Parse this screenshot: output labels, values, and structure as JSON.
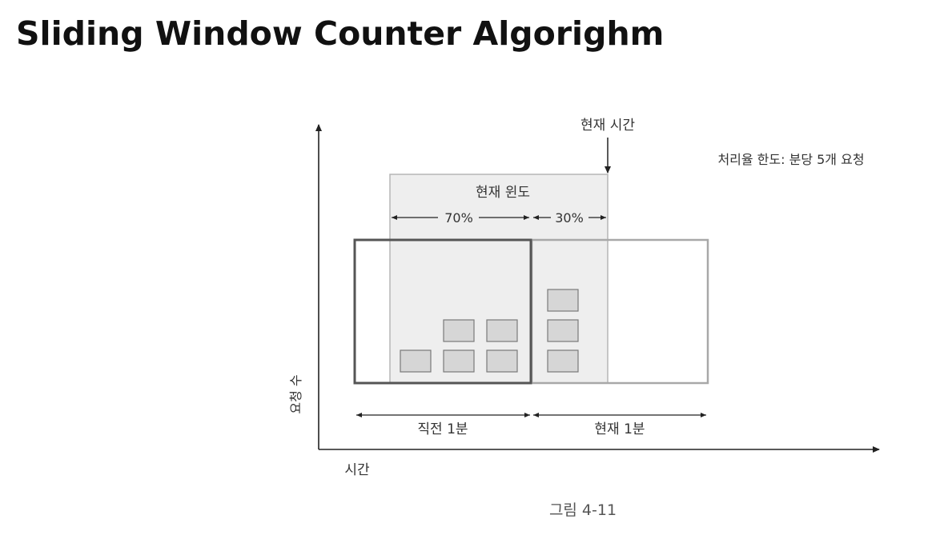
{
  "page": {
    "title": "Sliding Window Counter Algorighm"
  },
  "figure": {
    "now_label": "현재 시간",
    "rate_limit_label": "처리율 한도: 분당 5개 요청",
    "current_window_label": "현재 윈도",
    "pct_previous": "70%",
    "pct_current": "30%",
    "previous_minute_label": "직전 1분",
    "current_minute_label": "현재 1분",
    "y_axis_label": "요청 수",
    "x_axis_label": "시간",
    "caption": "그림 4-11",
    "previous_minute_requests": 5,
    "current_minute_requests": 3,
    "colors": {
      "window_shade": "#eeeeee",
      "request_fill": "#d6d6d6",
      "request_stroke": "#7a7a7a",
      "bold_box": "#555555",
      "light_box": "#a8a8a8",
      "axis": "#222222"
    }
  }
}
